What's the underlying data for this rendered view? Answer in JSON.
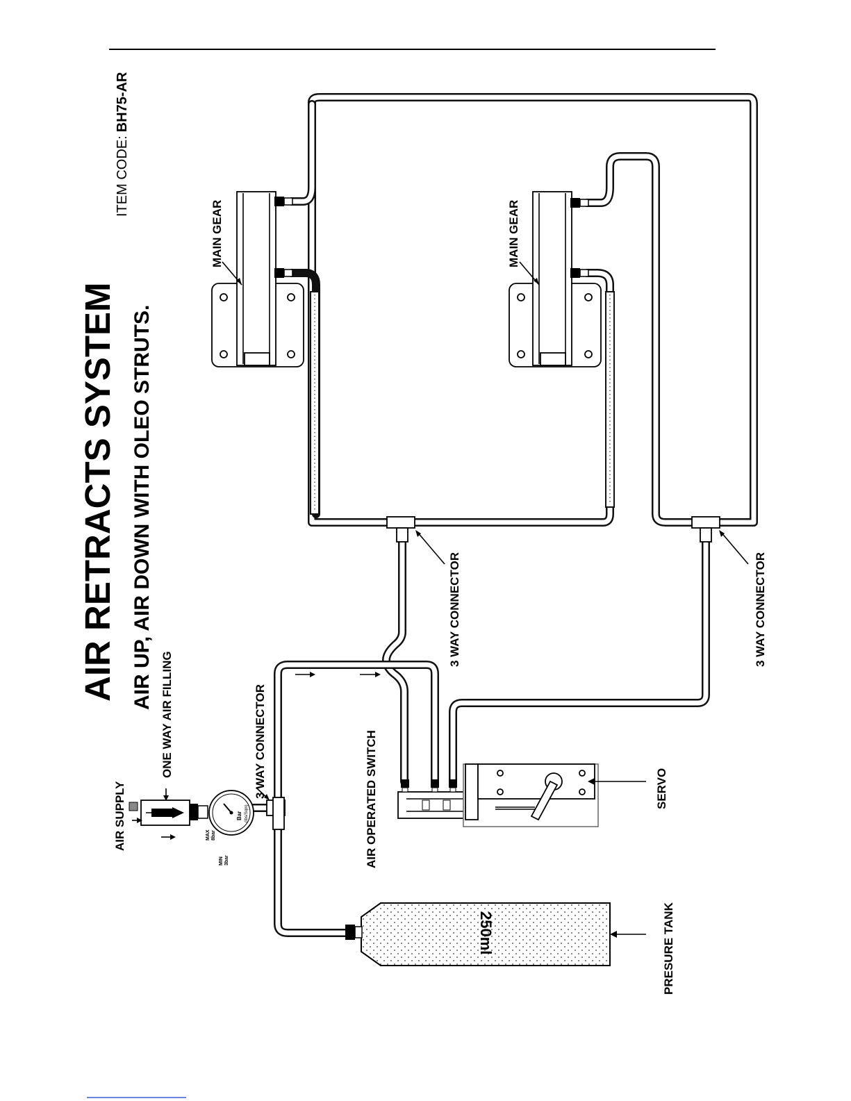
{
  "title": "AIR RETRACTS SYSTEM",
  "subtitle": "AIR UP, AIR DOWN WITH OLEO STRUTS.",
  "item_code_label": "ITEM CODE:",
  "item_code": "BH75-AR",
  "labels": {
    "main_gear_1": "MAIN GEAR",
    "main_gear_2": "MAIN GEAR",
    "connector_1": "3 WAY CONNECTOR",
    "connector_2": "3 WAY CONNECTOR",
    "connector_3": "3 WAY CONNECTOR",
    "air_supply": "AIR SUPPLY",
    "one_way_filling": "ONE WAY AIR FILLING",
    "air_switch": "AIR OPERATED SWITCH",
    "servo": "SERVO",
    "tank": "PRESURE TANK",
    "tank_volume": "250ml"
  },
  "gauge": {
    "max": "MAX",
    "max_val": "8bar",
    "min": "MIN",
    "min_val": "3bar",
    "unit": "Bar",
    "unit_sub": "(Ibs/Sqin)"
  },
  "colors": {
    "ink": "#000000",
    "paper": "#ffffff",
    "footnote_rule": "#3a5bd8"
  }
}
